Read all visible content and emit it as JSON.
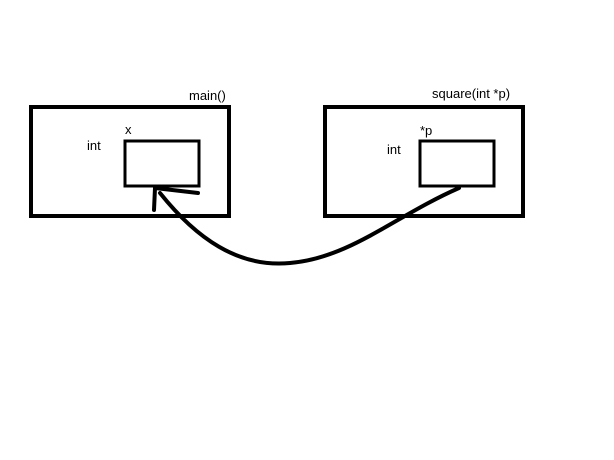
{
  "diagram": {
    "main_frame": {
      "title": "main()",
      "var_type": "int",
      "var_name": "x"
    },
    "square_frame": {
      "title": "square(int *p)",
      "var_type": "int",
      "var_name": "*p"
    },
    "arrow": {
      "from": "square_frame.var_name",
      "to": "main_frame.var_name"
    },
    "colors": {
      "ink": "#000000",
      "background": "#ffffff"
    }
  }
}
